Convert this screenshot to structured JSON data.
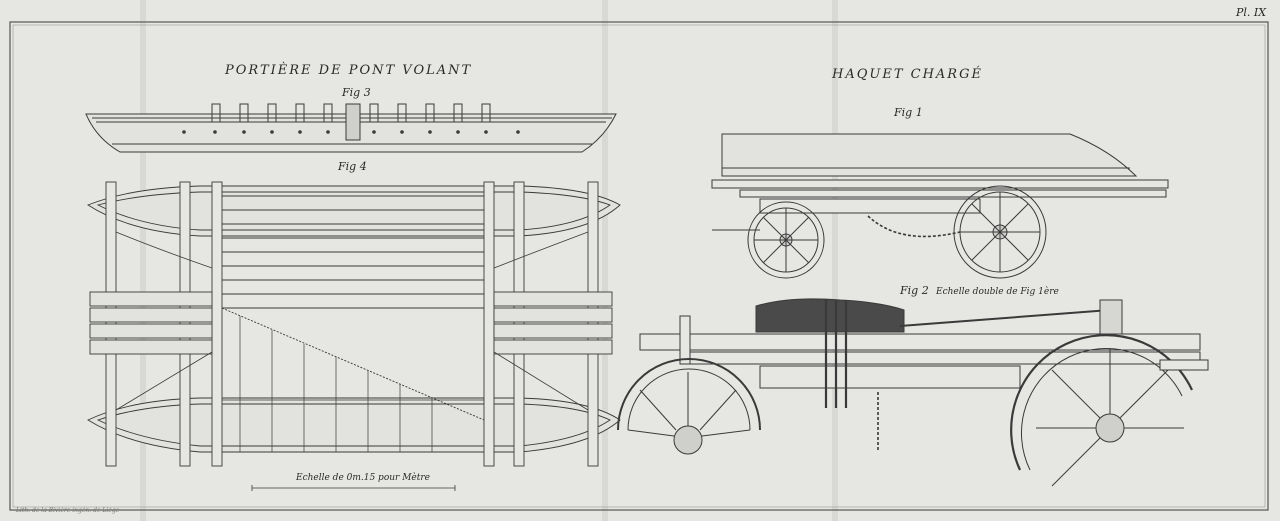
{
  "plate_number": "Pl. IX",
  "left_title": "PORTIÈRE DE PONT VOLANT",
  "right_title": "HAQUET CHARGÉ",
  "figures": {
    "fig1": "Fig 1",
    "fig2": "Fig 2",
    "fig2_caption": "Echelle double de Fig 1ère",
    "fig3": "Fig 3",
    "fig4": "Fig 4"
  },
  "scale_caption": "Echelle de 0m.15 pour Mètre",
  "imprint": "Lith. de la Bivière ingén. de Liège",
  "colors": {
    "paper": "#e8e8e4",
    "ink": "#3a3a3a",
    "shadow": "#9a9a9a",
    "fold": "#cfcfcb"
  }
}
